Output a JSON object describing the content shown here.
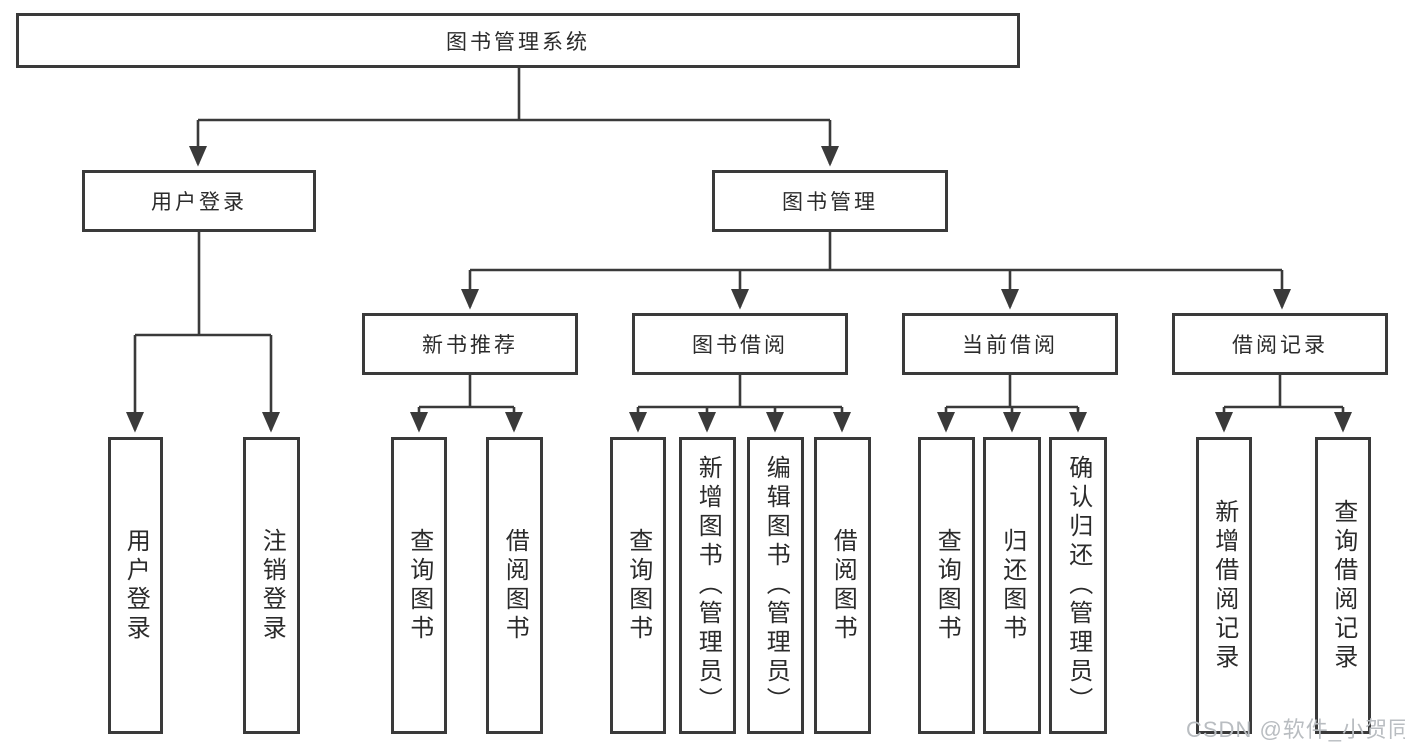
{
  "diagram": {
    "watermark": "CSDN @软件_小贺同学",
    "colors": {
      "line": "#3a3a3a",
      "box_border": "#3a3a3a",
      "box_background": "#ffffff",
      "text": "#2b2b2b",
      "watermark_text": "#b9bdc1",
      "page_background": "#ffffff"
    },
    "tree": {
      "label": "图书管理系统",
      "children": [
        {
          "label": "用户登录",
          "children": [
            {
              "label": "用户登录"
            },
            {
              "label": "注销登录"
            }
          ]
        },
        {
          "label": "图书管理",
          "children": [
            {
              "label": "新书推荐",
              "children": [
                {
                  "label": "查询图书"
                },
                {
                  "label": "借阅图书"
                }
              ]
            },
            {
              "label": "图书借阅",
              "children": [
                {
                  "label": "查询图书"
                },
                {
                  "label": "新增图书（管理员）"
                },
                {
                  "label": "编辑图书（管理员）"
                },
                {
                  "label": "借阅图书"
                }
              ]
            },
            {
              "label": "当前借阅",
              "children": [
                {
                  "label": "查询图书"
                },
                {
                  "label": "归还图书"
                },
                {
                  "label": "确认归还（管理员）"
                }
              ]
            },
            {
              "label": "借阅记录",
              "children": [
                {
                  "label": "新增借阅记录"
                },
                {
                  "label": "查询借阅记录"
                }
              ]
            }
          ]
        }
      ]
    }
  }
}
